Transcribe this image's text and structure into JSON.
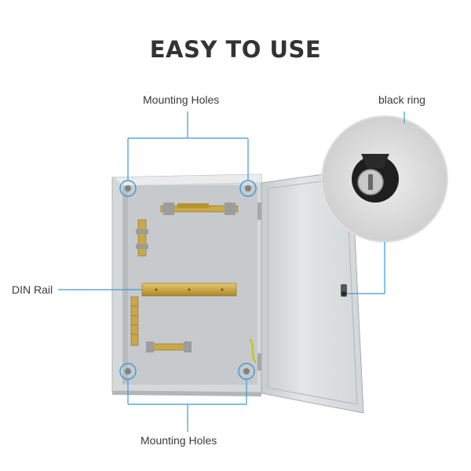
{
  "title": "EASY TO USE",
  "labels": {
    "mounting_holes_top": "Mounting Holes",
    "mounting_holes_bottom": "Mounting Holes",
    "din_rail": "DIN Rail",
    "black_ring": "black ring"
  },
  "colors": {
    "callout_line": "#3a9bd5",
    "enclosure_body": "#d9dcdd",
    "rail_brass": "#c9a84a",
    "title_text": "#333333"
  }
}
